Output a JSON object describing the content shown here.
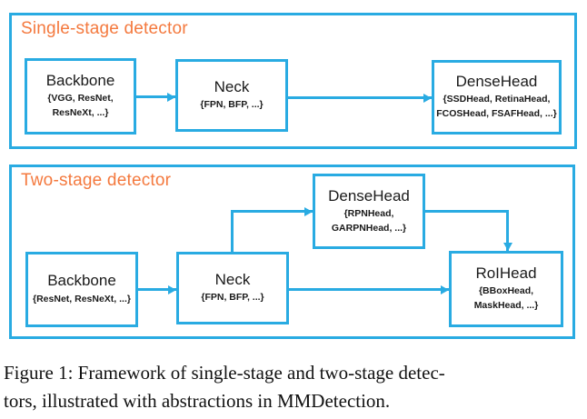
{
  "colors": {
    "accent": "#29ABE2",
    "title_orange": "#F4793E",
    "text": "#1A1A1A"
  },
  "panels": [
    {
      "title": "Single-stage detector",
      "boxes": [
        {
          "title": "Backbone",
          "subtitle": "{VGG, ResNet,\nResNeXt, ...}"
        },
        {
          "title": "Neck",
          "subtitle": "{FPN, BFP, ...}"
        },
        {
          "title": "DenseHead",
          "subtitle": "{SSDHead, RetinaHead,\nFCOSHead, FSAFHead, ...}"
        }
      ]
    },
    {
      "title": "Two-stage detector",
      "boxes": [
        {
          "title": "Backbone",
          "subtitle": "{ResNet, ResNeXt, ...}"
        },
        {
          "title": "Neck",
          "subtitle": "{FPN, BFP, ...}"
        },
        {
          "title": "DenseHead",
          "subtitle": "{RPNHead,\nGARPNHead, ...}"
        },
        {
          "title": "RoIHead",
          "subtitle": "{BBoxHead,\nMaskHead, ...}"
        }
      ]
    }
  ],
  "caption": {
    "line1": "Figure 1: Framework of single-stage and two-stage detec-",
    "line2": "tors, illustrated with abstractions in MMDetection."
  }
}
